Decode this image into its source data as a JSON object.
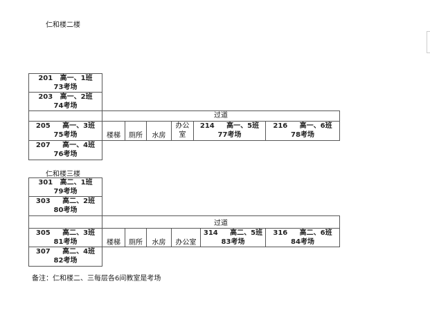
{
  "floor2": {
    "title": "仁和楼二楼",
    "corridor": "过道",
    "left": [
      {
        "room": "201",
        "cls": "高一、1班",
        "exam": "73考场"
      },
      {
        "room": "203",
        "cls": "高一、2班",
        "exam": "74考场"
      },
      {
        "room": "205",
        "cls": "高一、3班",
        "exam": "75考场"
      },
      {
        "room": "207",
        "cls": "高一、4班",
        "exam": "76考场"
      }
    ],
    "facilities": [
      "楼梯",
      "厕所",
      "水房",
      "办公",
      "室"
    ],
    "right": [
      {
        "room": "214",
        "cls": "高一、5班",
        "exam": "77考场"
      },
      {
        "room": "216",
        "cls": "高一、6班",
        "exam": "78考场"
      }
    ]
  },
  "floor3": {
    "title": "仁和楼三楼",
    "corridor": "过道",
    "left": [
      {
        "room": "301",
        "cls": "高二、1班",
        "exam": "79考场"
      },
      {
        "room": "303",
        "cls": "高二、2班",
        "exam": "80考场"
      },
      {
        "room": "305",
        "cls": "高二、3班",
        "exam": "81考场"
      },
      {
        "room": "307",
        "cls": "高二、4班",
        "exam": "82考场"
      }
    ],
    "facilities": [
      "楼梯",
      "厕所",
      "水房",
      "办公室"
    ],
    "right": [
      {
        "room": "314",
        "cls": "高二、5班",
        "exam": "83考场"
      },
      {
        "room": "316",
        "cls": "高二、6班",
        "exam": "84考场"
      }
    ]
  },
  "note": "备注：仁和楼二、三每层各6间教室是考场"
}
